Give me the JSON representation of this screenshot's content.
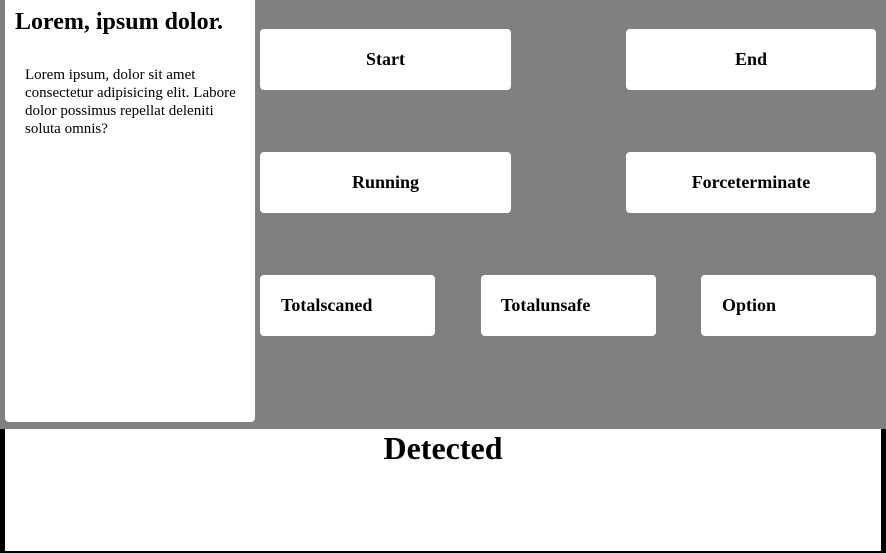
{
  "sidebar": {
    "title": "Lorem, ipsum dolor.",
    "text": "Lorem ipsum, dolor sit amet consectetur adipisicing elit. Labore dolor possimus repellat deleniti soluta omnis?"
  },
  "cards": {
    "start": "Start",
    "end": "End",
    "running": "Running",
    "forceterminate": "Forceterminate",
    "total_scanned": "Totalscaned",
    "total_unsafe": "Totalunsafe",
    "option": "Option"
  },
  "detected": {
    "title": "Detected"
  },
  "colors": {
    "panel_background": "#808080",
    "card_background": "#ffffff",
    "page_background": "#000000"
  }
}
